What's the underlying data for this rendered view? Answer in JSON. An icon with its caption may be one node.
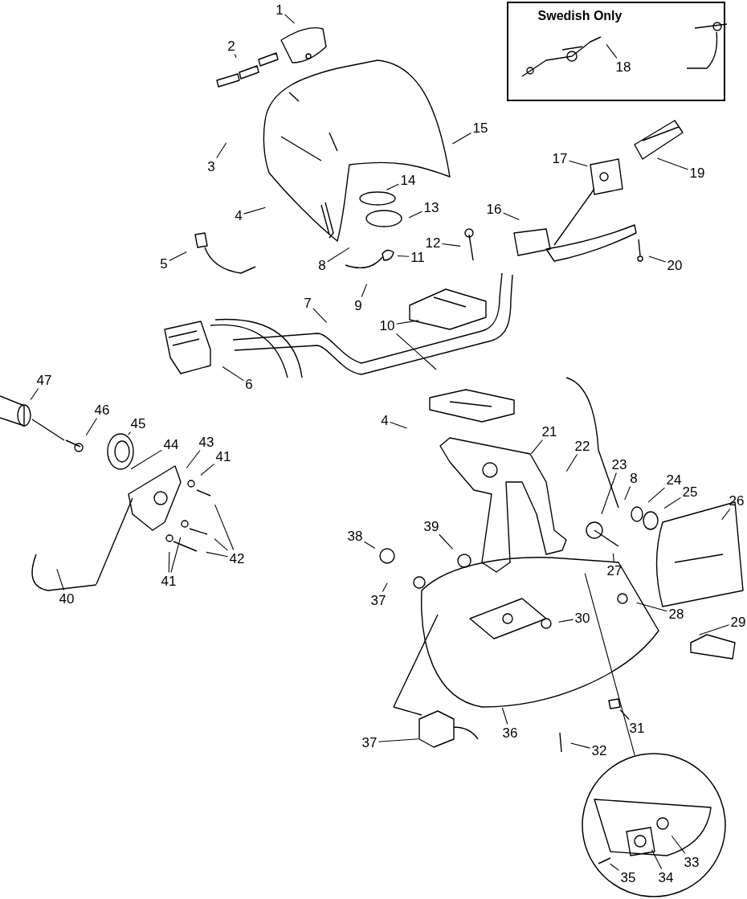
{
  "diagram": {
    "nodes": [
      {
        "text": [
          "1"
        ]
      },
      {
        "text": [
          "2"
        ]
      },
      {
        "text": [
          "Swedish Only"
        ]
      },
      {
        "text": [
          "18"
        ],
        "in": 2
      },
      {
        "text": [
          "15"
        ]
      },
      {
        "text": [
          "3"
        ]
      },
      {
        "text": [
          "17"
        ]
      },
      {
        "text": [
          "19"
        ]
      },
      {
        "text": [
          "14"
        ]
      },
      {
        "text": [
          "4"
        ]
      },
      {
        "text": [
          "16"
        ]
      },
      {
        "text": [
          "13"
        ]
      },
      {
        "text": [
          "12"
        ]
      },
      {
        "text": [
          "11"
        ]
      },
      {
        "text": [
          "5"
        ]
      },
      {
        "text": [
          "8"
        ]
      },
      {
        "text": [
          "20"
        ]
      },
      {
        "text": [
          "9"
        ]
      },
      {
        "text": [
          "7"
        ]
      },
      {
        "text": [
          "10"
        ]
      },
      {
        "text": [
          "6"
        ]
      },
      {
        "text": [
          "47"
        ]
      },
      {
        "text": [
          "46"
        ]
      },
      {
        "text": [
          "45"
        ]
      },
      {
        "text": [
          "4"
        ]
      },
      {
        "text": [
          "44"
        ]
      },
      {
        "text": [
          "43"
        ]
      },
      {
        "text": [
          "41"
        ]
      },
      {
        "text": [
          "21"
        ]
      },
      {
        "text": [
          "22"
        ]
      },
      {
        "text": [
          "23"
        ]
      },
      {
        "text": [
          "8"
        ]
      },
      {
        "text": [
          "24"
        ]
      },
      {
        "text": [
          "25"
        ]
      },
      {
        "text": [
          "26"
        ]
      },
      {
        "text": [
          "39"
        ]
      },
      {
        "text": [
          "38"
        ]
      },
      {
        "text": [
          "42"
        ]
      },
      {
        "text": [
          "27"
        ]
      },
      {
        "text": [
          "41"
        ]
      },
      {
        "text": [
          "37"
        ]
      },
      {
        "text": [
          "40"
        ]
      },
      {
        "text": [
          "28"
        ]
      },
      {
        "text": [
          "29"
        ]
      },
      {
        "text": [
          "30"
        ]
      },
      {
        "text": [
          "36"
        ]
      },
      {
        "text": [
          "31"
        ]
      },
      {
        "text": [
          "37"
        ]
      },
      {
        "text": [
          "32"
        ]
      },
      {
        "text": [],
        "shape": "circle"
      },
      {
        "text": [
          "33"
        ],
        "in": 49
      },
      {
        "text": [
          "35"
        ],
        "in": 49
      },
      {
        "text": [
          "34"
        ],
        "in": 49
      }
    ],
    "edges": [
      {
        "from": 0,
        "to": null,
        "arrow": "none"
      },
      {
        "from": 1,
        "to": null,
        "arrow": "none"
      },
      {
        "from": 3,
        "to": null,
        "arrow": "none"
      },
      {
        "from": 4,
        "to": null,
        "arrow": "none"
      },
      {
        "from": 5,
        "to": null,
        "arrow": "none"
      },
      {
        "from": 6,
        "to": null,
        "arrow": "none"
      },
      {
        "from": 7,
        "to": null,
        "arrow": "none"
      },
      {
        "from": 8,
        "to": null,
        "arrow": "none"
      },
      {
        "from": 9,
        "to": null,
        "arrow": "none"
      },
      {
        "from": 10,
        "to": null,
        "arrow": "none"
      },
      {
        "from": 11,
        "to": null,
        "arrow": "none"
      },
      {
        "from": 12,
        "to": null,
        "arrow": "none"
      },
      {
        "from": 13,
        "to": null,
        "arrow": "none"
      },
      {
        "from": 14,
        "to": null,
        "arrow": "none"
      },
      {
        "from": 15,
        "to": null,
        "arrow": "none"
      },
      {
        "from": 16,
        "to": null,
        "arrow": "none"
      },
      {
        "from": 17,
        "to": null,
        "arrow": "none"
      },
      {
        "from": 18,
        "to": null,
        "arrow": "none"
      },
      {
        "from": 19,
        "to": null,
        "arrow": "none"
      },
      {
        "from": 19,
        "to": null,
        "arrow": "none"
      },
      {
        "from": 20,
        "to": null,
        "arrow": "none"
      },
      {
        "from": 21,
        "to": null,
        "arrow": "none"
      },
      {
        "from": 22,
        "to": null,
        "arrow": "none"
      },
      {
        "from": 23,
        "to": null,
        "arrow": "none"
      },
      {
        "from": 24,
        "to": null,
        "arrow": "none"
      },
      {
        "from": 25,
        "to": null,
        "arrow": "none"
      },
      {
        "from": 26,
        "to": null,
        "arrow": "none"
      },
      {
        "from": 27,
        "to": null,
        "arrow": "none"
      },
      {
        "from": 28,
        "to": null,
        "arrow": "none"
      },
      {
        "from": 29,
        "to": null,
        "arrow": "none"
      },
      {
        "from": 30,
        "to": null,
        "arrow": "none"
      },
      {
        "from": 31,
        "to": null,
        "arrow": "none"
      },
      {
        "from": 32,
        "to": null,
        "arrow": "none"
      },
      {
        "from": 33,
        "to": null,
        "arrow": "none"
      },
      {
        "from": 34,
        "to": null,
        "arrow": "none"
      },
      {
        "from": 35,
        "to": null,
        "arrow": "none"
      },
      {
        "from": 36,
        "to": null,
        "arrow": "none"
      },
      {
        "from": 37,
        "to": null,
        "arrow": "none"
      },
      {
        "from": 37,
        "to": null,
        "arrow": "none"
      },
      {
        "from": 37,
        "to": null,
        "arrow": "none"
      },
      {
        "from": 38,
        "to": null,
        "arrow": "none"
      },
      {
        "from": 39,
        "to": null,
        "arrow": "none"
      },
      {
        "from": 39,
        "to": null,
        "arrow": "none"
      },
      {
        "from": 40,
        "to": null,
        "arrow": "none"
      },
      {
        "from": 41,
        "to": null,
        "arrow": "none"
      },
      {
        "from": 42,
        "to": null,
        "arrow": "none"
      },
      {
        "from": 43,
        "to": null,
        "arrow": "none"
      },
      {
        "from": 44,
        "to": null,
        "arrow": "none"
      },
      {
        "from": 45,
        "to": null,
        "arrow": "none"
      },
      {
        "from": 46,
        "to": null,
        "arrow": "none"
      },
      {
        "from": 47,
        "to": null,
        "arrow": "none"
      },
      {
        "from": 48,
        "to": null,
        "arrow": "none"
      },
      {
        "from": 49,
        "to": null,
        "arrow": "none"
      },
      {
        "from": 50,
        "to": null,
        "arrow": "none"
      },
      {
        "from": 51,
        "to": null,
        "arrow": "none"
      },
      {
        "from": 52,
        "to": null,
        "arrow": "none"
      }
    ]
  }
}
